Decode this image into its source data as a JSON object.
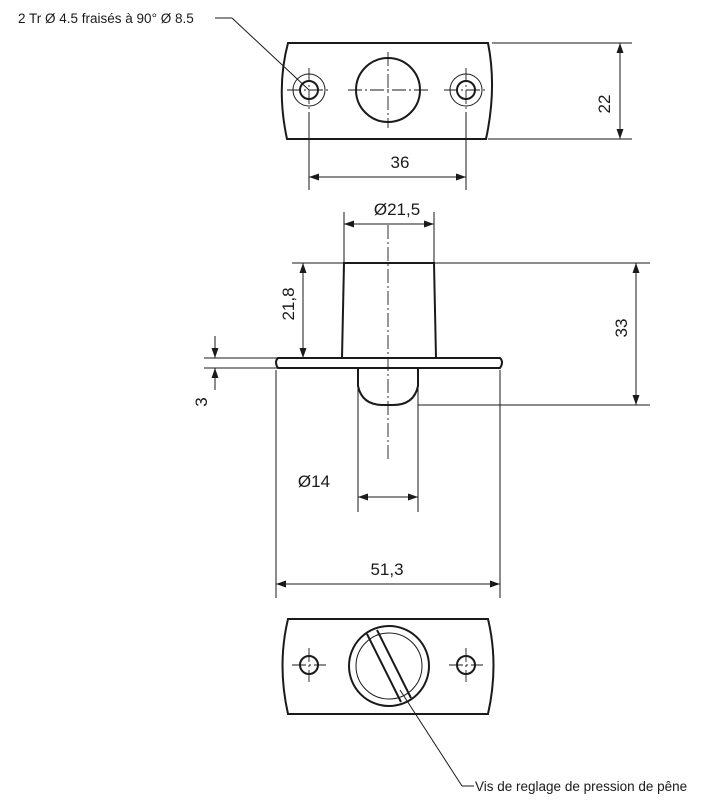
{
  "annotations": {
    "countersink_note": "2 Tr Ø 4.5 fraisés à 90° Ø 8.5",
    "screw_note": "Vis de reglage de pression de pêne"
  },
  "dimensions": {
    "plate_height": "22",
    "hole_spacing": "36",
    "body_diameter": "Ø21,5",
    "body_height": "21,8",
    "overall_height": "33",
    "plate_thickness": "3",
    "ball_diameter": "Ø14",
    "plate_length": "51,3"
  },
  "colors": {
    "ink": "#1a1a1a",
    "background": "#ffffff"
  }
}
